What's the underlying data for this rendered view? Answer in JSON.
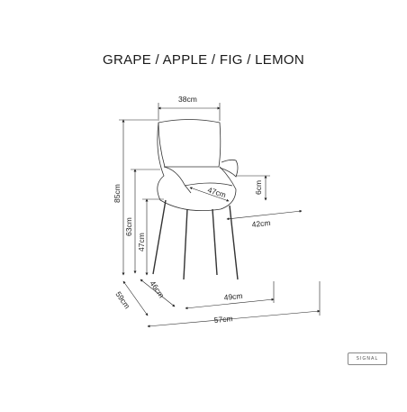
{
  "title": "GRAPE / APPLE / FIG / LEMON",
  "dimensions": {
    "top_width": "38cm",
    "seat_depth": "47cm",
    "armrest_height": "6cm",
    "seat_width": "42cm",
    "total_height": "85cm",
    "arm_height": "63cm",
    "seat_height": "47cm",
    "leg_depth": "46cm",
    "leg_width": "49cm",
    "total_depth": "59cm",
    "total_width": "57cm"
  },
  "brand_logo_text": "SIGNAL",
  "colors": {
    "line": "#222222",
    "outline": "#333333"
  }
}
